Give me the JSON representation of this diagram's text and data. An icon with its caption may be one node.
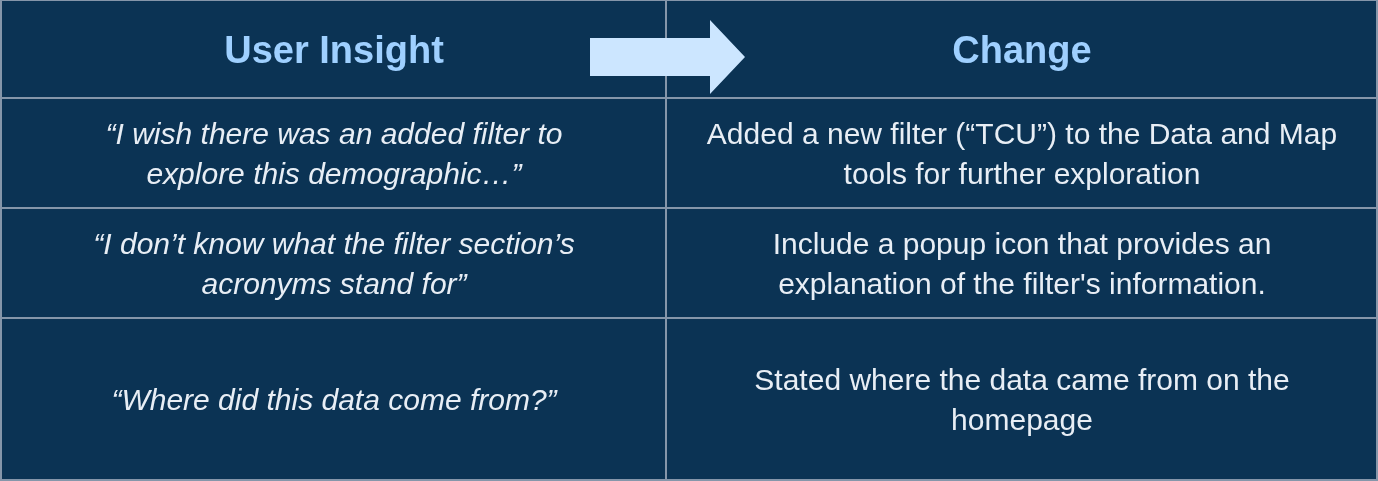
{
  "diagram": {
    "labels": [
      "User Insight",
      "Change",
      "“I wish there was an added filter to explore this demographic…”",
      "Added a new filter (“TCU”) to the Data and Map tools for further exploration",
      "“I don’t know what the filter section’s acronyms stand for”",
      "Include a popup icon that provides an explanation of the filter's information.",
      "“Where did this data come from?”",
      "Stated where the data came from on the homepage"
    ]
  }
}
